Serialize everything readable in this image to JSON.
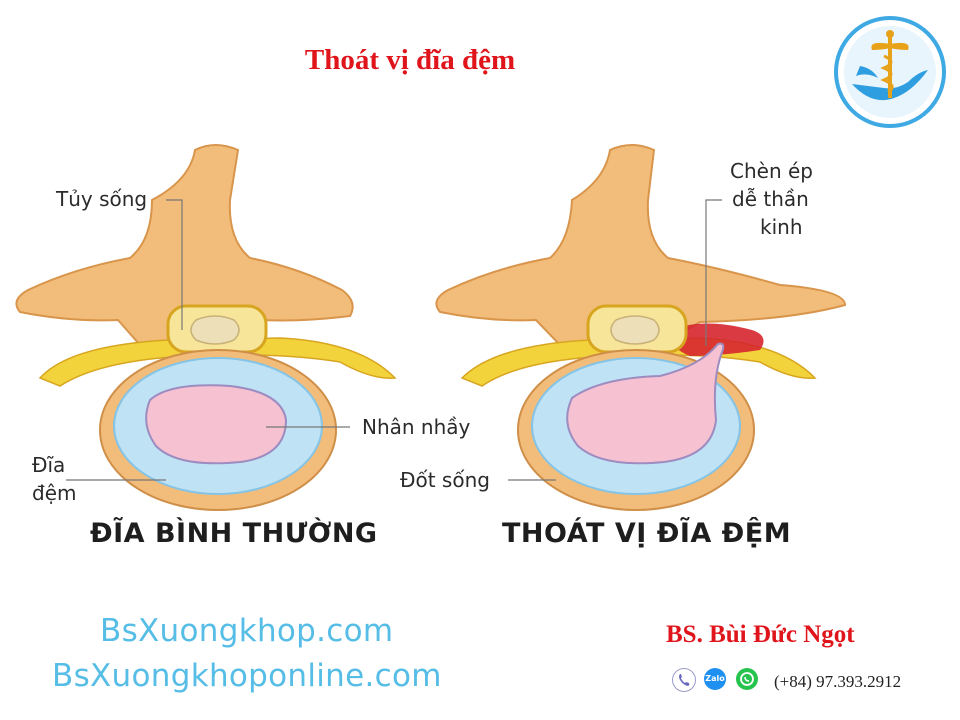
{
  "title": "Thoát vị đĩa đệm",
  "labels": {
    "spinal_cord": "Tủy sống",
    "nerve_compression": [
      "Chèn ép",
      "dễ thần",
      "kinh"
    ],
    "nucleus": "Nhân nhầy",
    "disc": [
      "Đĩa",
      "đệm"
    ],
    "vertebra": "Đốt sống"
  },
  "headings": {
    "normal": "ĐĨA BÌNH THƯỜNG",
    "herniated": "THOÁT VỊ ĐĨA ĐỆM"
  },
  "websites": [
    "BsXuongkhop.com",
    "BsXuongkhoponline.com"
  ],
  "doctor": "BS. Bùi Đức Ngọt",
  "phone": "(+84) 97.393.2912",
  "contact_icons": [
    "phone-icon",
    "zalo-icon",
    "whatsapp-icon"
  ],
  "contact_icon_labels": {
    "zalo": "Zalo"
  },
  "colors": {
    "title": "#e0141b",
    "bone": "#f2bd7a",
    "ligament": "#f3d33c",
    "annulus": "#bfe2f4",
    "nucleus": "#f6c2d2",
    "compression": "#d6262e",
    "website": "#56bde6"
  }
}
